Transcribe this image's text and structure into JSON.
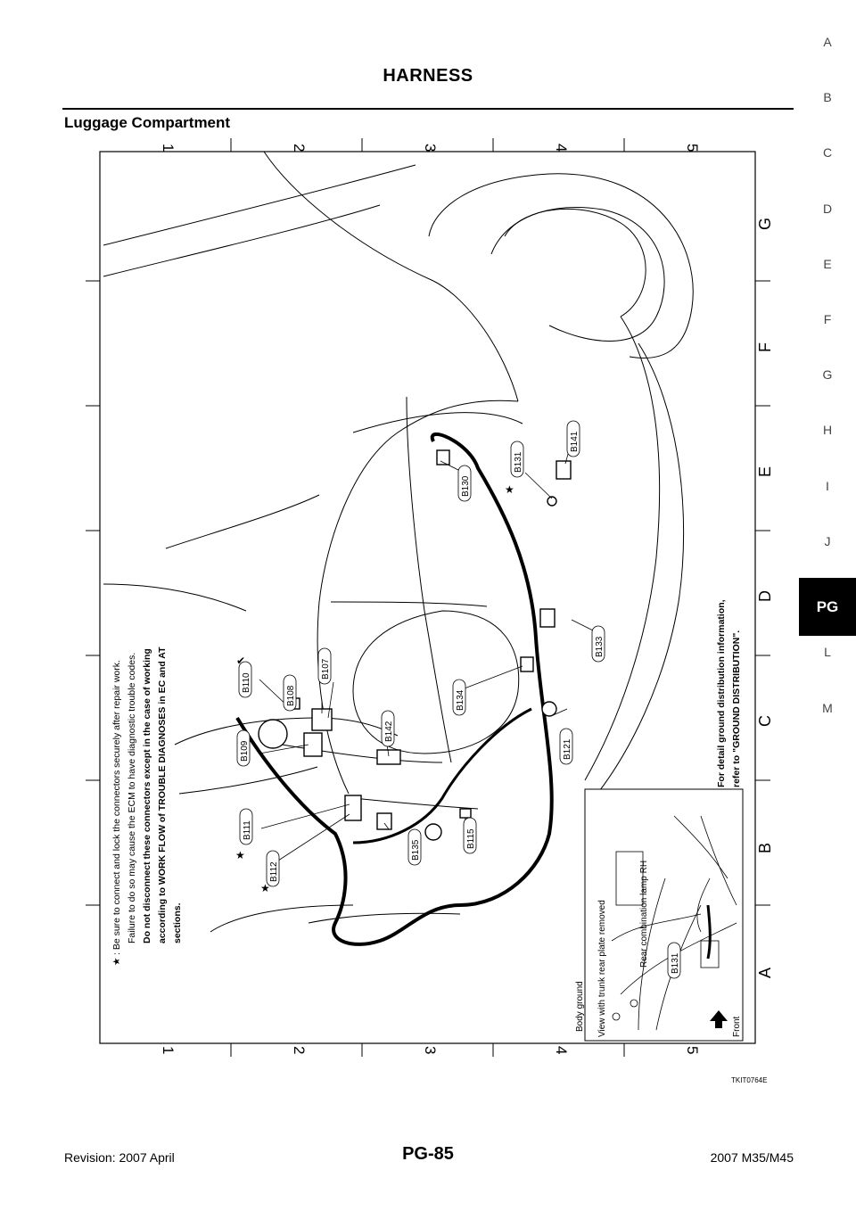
{
  "header": {
    "title": "HARNESS",
    "section": "Luggage Compartment"
  },
  "side_index": [
    "A",
    "B",
    "C",
    "D",
    "E",
    "F",
    "G",
    "H",
    "I",
    "J",
    "PG",
    "L",
    "M"
  ],
  "side_index_active": "PG",
  "grid": {
    "numbers": [
      "1",
      "2",
      "3",
      "4",
      "5"
    ],
    "letters": [
      "A",
      "B",
      "C",
      "D",
      "E",
      "F",
      "G"
    ]
  },
  "connectors": [
    "B110",
    "B108",
    "B107",
    "B109",
    "B142",
    "B111",
    "B112",
    "B135",
    "B115",
    "B134",
    "B121",
    "B133",
    "B131",
    "B130",
    "B141"
  ],
  "notes": {
    "star_line1": ": Be sure to connect and lock the connectors securely after repair work.",
    "star_line2": "Failure to do so may cause the ECM to have diagnostic trouble codes.",
    "star_line3": "Do not disconnect these connectors except in the case of working",
    "star_line4": "according to WORK FLOW of TROUBLE DIAGNOSES in EC and AT",
    "star_line5": "sections.",
    "ground_line1": "For detail ground distribution information,",
    "ground_line2": "refer to \"GROUND DISTRIBUTION\"."
  },
  "inset": {
    "body_ground": "Body ground",
    "view": "View with trunk rear plate removed",
    "lamp": "Rear combination lamp RH",
    "connector": "B131",
    "front": "Front"
  },
  "figure_id": "TKIT0764E",
  "footer": {
    "revision": "Revision: 2007 April",
    "page": "PG-85",
    "model": "2007 M35/M45"
  }
}
